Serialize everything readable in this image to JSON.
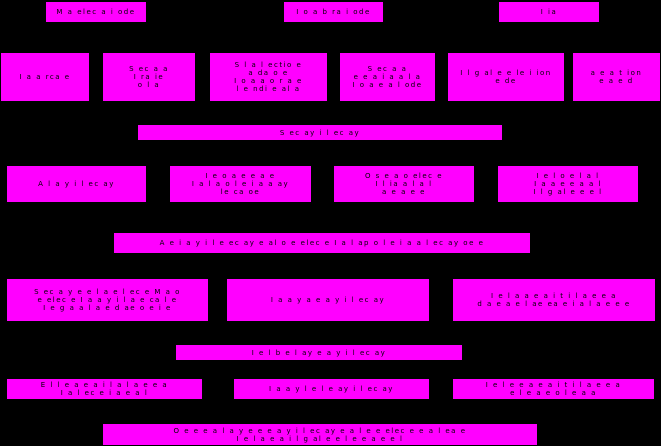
{
  "colors": {
    "background": "#000000",
    "box_fill": "#ff00ff",
    "text": "#000000"
  },
  "nodes": [
    {
      "id": "n01",
      "label": "M a elec a i ode"
    },
    {
      "id": "n02",
      "label": "I o a  b ra  i ode"
    },
    {
      "id": "n03",
      "label": "I ia"
    },
    {
      "id": "n04",
      "label": "I a  a  rca e"
    },
    {
      "id": "n05",
      "label": "S ec a  a\n I  ra  ie\n o l a"
    },
    {
      "id": "n06",
      "label": "S l  a  l ectio e\n a  da o  e\n I o a  a o r a  e\n  l  e ndi e  al a "
    },
    {
      "id": "n07",
      "label": "S ec a  a\n e e a i a  a  l a\n I o a  e a l ode"
    },
    {
      "id": "n08",
      "label": "I  l  g al e  e le i  ion\n e  de"
    },
    {
      "id": "n09",
      "label": "a e a  t ion\n e  a e  d"
    },
    {
      "id": "n10",
      "label": "S ec ay i  l ec ay"
    },
    {
      "id": "n11",
      "label": "A l  a y i  l ec ay"
    },
    {
      "id": "n12",
      "label": "I  e  o a e e a e\n I a l a  o  l e  i a  a ay\n  le  ca  oe"
    },
    {
      "id": "n13",
      "label": "O  s  e a  o elec e\n I  l  ia  a  l  a l\n a e  a e  e"
    },
    {
      "id": "n14",
      "label": "I  e l o  e  l  a  l\n I  a a e  e a  a l\n I  l  g al  e  e e  l"
    },
    {
      "id": "n15",
      "label": "A  e  i a y i  l  e ec ay   e al o  e  elec e  I  a  l  ap  o  l e  i a  a  l  ec ay oe e"
    },
    {
      "id": "n16",
      "label": "S ec a y  e e  l a e  l  ec e  M a  o\n e  elec e  I  a  a y  i  l  a e  ca l e\n  I  e  g a  a  l  a e  d  ae  o e  i e"
    },
    {
      "id": "n17",
      "label": "I  a  a y  a  e  a y i  l ec ay"
    },
    {
      "id": "n18",
      "label": "I  e  l a  a e  a  i  t  i  l  a e e  a\n d  a  e a  e  l  ae  ea  e  i  a  l  a  e  e  e"
    },
    {
      "id": "n19",
      "label": "I  e  l  b  e  l  ay  e  a y i  l ec ay"
    },
    {
      "id": "n20",
      "label": "E  l  l e a  e  a  i  l  a  l a e e  a\n I  a l  ec e  i  a e  a l"
    },
    {
      "id": "n21",
      "label": "I  a  a y  l e  l  e ay i  l ec ay"
    },
    {
      "id": "n22",
      "label": "I  e  l e  e  a  e  a  i  t  i  l  a e e  a\n  e  l  e a  e  o  l  e  a  a"
    },
    {
      "id": "n23",
      "label": "O e e  e a l  a y  e  e  e a y i  l ec ay   e a l e  e  elec e  e  a  l  ea  e\n I  e  l  a e  a  i  l  g  al e  e  l  e  e  a  e  e  l"
    }
  ]
}
